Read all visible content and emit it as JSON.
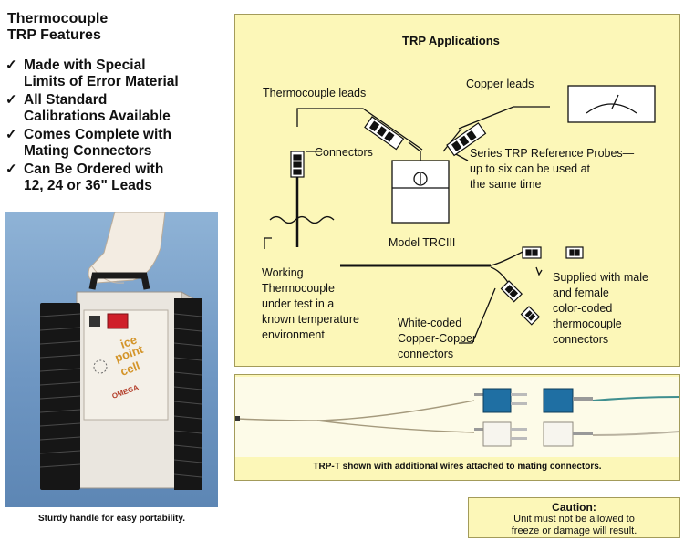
{
  "features": {
    "title_line1": "Thermocouple",
    "title_line2": "TRP Features",
    "items": [
      {
        "line1": "Made with Special",
        "line2": "Limits of Error Material"
      },
      {
        "line1": "All Standard",
        "line2": "Calibrations Available"
      },
      {
        "line1": "Comes Complete with",
        "line2": "Mating Connectors"
      },
      {
        "line1": "Can Be Ordered with",
        "line2": "12, 24 or 36\" Leads"
      }
    ]
  },
  "photo": {
    "device_text_line1": "ice",
    "device_text_line2": "point",
    "device_text_line3": "cell",
    "brand": "OMEGA",
    "caption": "Sturdy handle for easy portability."
  },
  "applications": {
    "title": "TRP Applications",
    "labels": {
      "thermocouple_leads": "Thermocouple leads",
      "copper_leads": "Copper leads",
      "connectors": "Connectors",
      "series_line1": "Series TRP Reference Probes—",
      "series_line2": "up to six can be used at",
      "series_line3": "the same time",
      "model": "Model TRCIII",
      "working_line1": "Working",
      "working_line2": "Thermocouple",
      "working_line3": "under test in a",
      "working_line4": "known temperature",
      "working_line5": "environment",
      "supplied_line1": "Supplied with male",
      "supplied_line2": "and female",
      "supplied_line3": "color-coded",
      "supplied_line4": "thermocouple",
      "supplied_line5": "connectors",
      "white_line1": "White-coded",
      "white_line2": "Copper-Copper",
      "white_line3": "connectors"
    }
  },
  "trpt": {
    "caption": "TRP-T shown with additional wires attached to mating connectors."
  },
  "caution": {
    "title": "Caution:",
    "line1": "Unit must not be allowed to",
    "line2": "freeze or damage will result."
  },
  "colors": {
    "panel_bg": "#fcf7b8",
    "photo_bg": "#6f97c3",
    "connector_blue": "#1f6fa3",
    "wire_teal": "#3f8f8f"
  }
}
